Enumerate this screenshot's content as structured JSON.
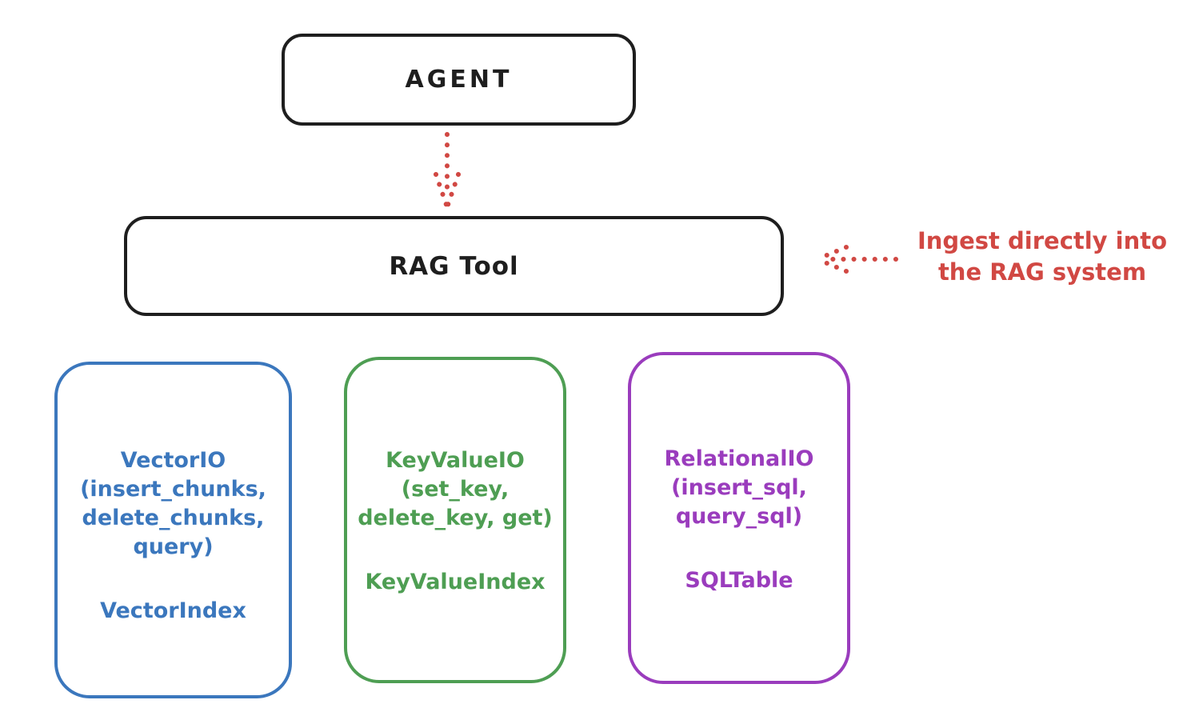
{
  "colors": {
    "background": "#ffffff",
    "box_stroke": "#1e1e1e",
    "arrow_red": "#d14843",
    "vector_blue": "#3b77bd",
    "keyvalue_green": "#4e9e53",
    "relational_purple": "#9a3cbd"
  },
  "agent_box": {
    "label": "AGENT"
  },
  "rag_box": {
    "label": "RAG Tool"
  },
  "annotation": {
    "line1": "Ingest directly into",
    "line2": "the RAG system"
  },
  "io_boxes": [
    {
      "name": "vector-io",
      "color": "#3b77bd",
      "lines": [
        "VectorIO",
        "(insert_chunks,",
        "delete_chunks,",
        "query)"
      ],
      "index_label": "VectorIndex"
    },
    {
      "name": "keyvalue-io",
      "color": "#4e9e53",
      "lines": [
        "KeyValueIO",
        "(set_key,",
        "delete_key, get)"
      ],
      "index_label": "KeyValueIndex"
    },
    {
      "name": "relational-io",
      "color": "#9a3cbd",
      "lines": [
        "RelationalIO",
        "(insert_sql,",
        "query_sql)"
      ],
      "index_label": "SQLTable"
    }
  ]
}
